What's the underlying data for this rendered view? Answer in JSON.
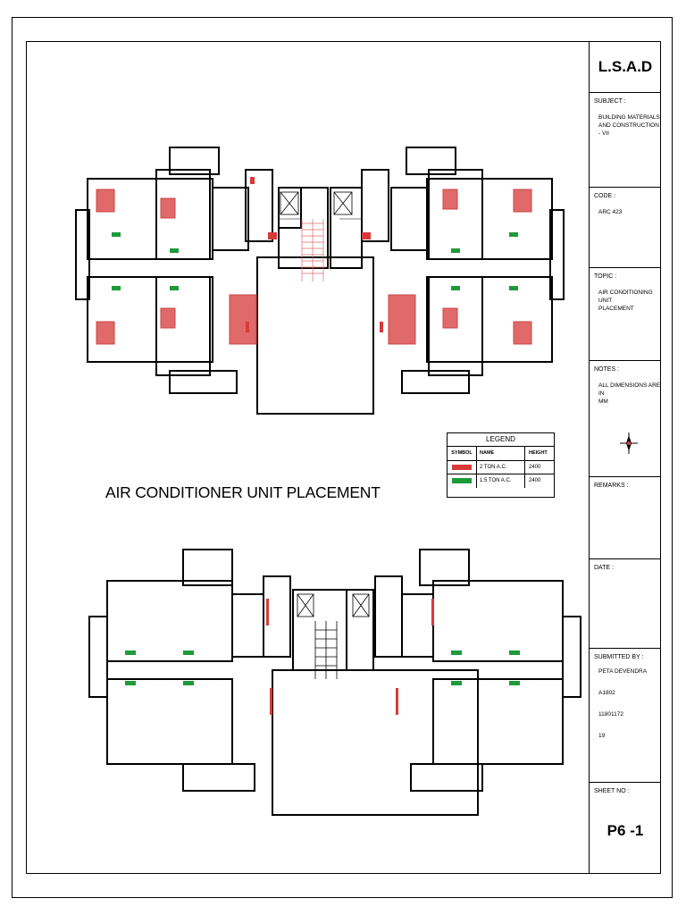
{
  "title_block": {
    "org": "L.S.A.D",
    "subject_label": "SUBJECT :",
    "subject_lines": [
      "BUILDING MATERIALS",
      "AND CONSTRUCTION - VII"
    ],
    "code_label": "CODE :",
    "code": "ARC 423",
    "topic_label": "TOPIC :",
    "topic_lines": [
      "AIR CONDITIONING UNIT",
      "PLACEMENT"
    ],
    "notes_label": "NOTES :",
    "notes_lines": [
      "ALL DIMENSIONS ARE IN",
      "MM"
    ],
    "remarks_label": "REMARKS :",
    "date_label": "DATE :",
    "submitted_label": "SUBMITTED BY :",
    "submitted_lines": [
      "PETA DEVENDRA",
      "A1802",
      "11801172",
      "19"
    ],
    "sheet_label": "SHEET NO :",
    "sheet_no": "P6 -1"
  },
  "drawing_title": "AIR CONDITIONER UNIT PLACEMENT",
  "legend": {
    "title": "LEGEND",
    "headers": [
      "SYMBOL",
      "NAME",
      "HEIGHT"
    ],
    "rows": [
      {
        "name": "2 TON A.C.",
        "height": "2400",
        "color": "#d83a3a"
      },
      {
        "name": "1.5 TON A.C.",
        "height": "2400",
        "color": "#1f9a3a"
      }
    ]
  },
  "colors": {
    "ac_2ton": "#d83a3a",
    "ac_15ton": "#1f9a3a",
    "furniture": "#e06a6a"
  }
}
